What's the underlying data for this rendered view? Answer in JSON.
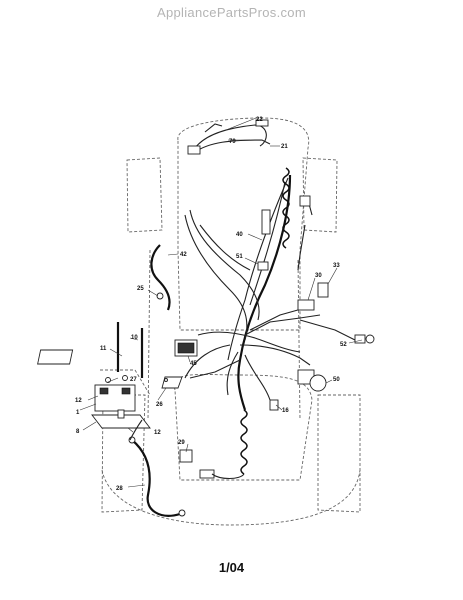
{
  "watermark": "AppliancePartsPros.com",
  "page_number": "1/04",
  "callouts": [
    "22",
    "79",
    "21",
    "40",
    "42",
    "51",
    "33",
    "30",
    "25",
    "52",
    "11",
    "10",
    "45",
    "27",
    "50",
    "26",
    "12",
    "1",
    "8",
    "16",
    "29",
    "28",
    "12"
  ]
}
